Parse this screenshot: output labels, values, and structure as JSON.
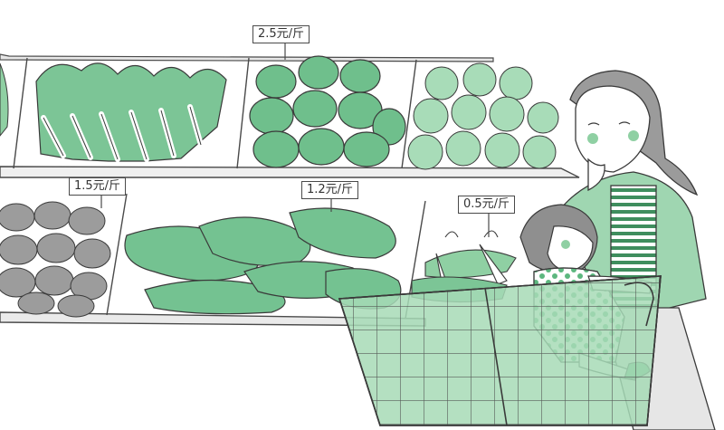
{
  "price_tags": {
    "peppers": "2.5元/斤",
    "potatoes": "1.5元/斤",
    "cucumbers": "1.2元/斤",
    "carrots": "0.5元/斤"
  },
  "colors": {
    "produce_green": "#7cc596",
    "produce_green_dark": "#4f9f6f",
    "potato_gray": "#8e8e8e",
    "outline": "#3a3a3a",
    "shelf": "#f2f2f2",
    "sweater_green": "#9fd6b1",
    "dress_dots": "#5db77f"
  },
  "scene_items": [
    "bok-choy",
    "green-peppers",
    "green-tomatoes",
    "potatoes",
    "cucumbers",
    "carrots",
    "mother",
    "child",
    "shopping-cart"
  ]
}
